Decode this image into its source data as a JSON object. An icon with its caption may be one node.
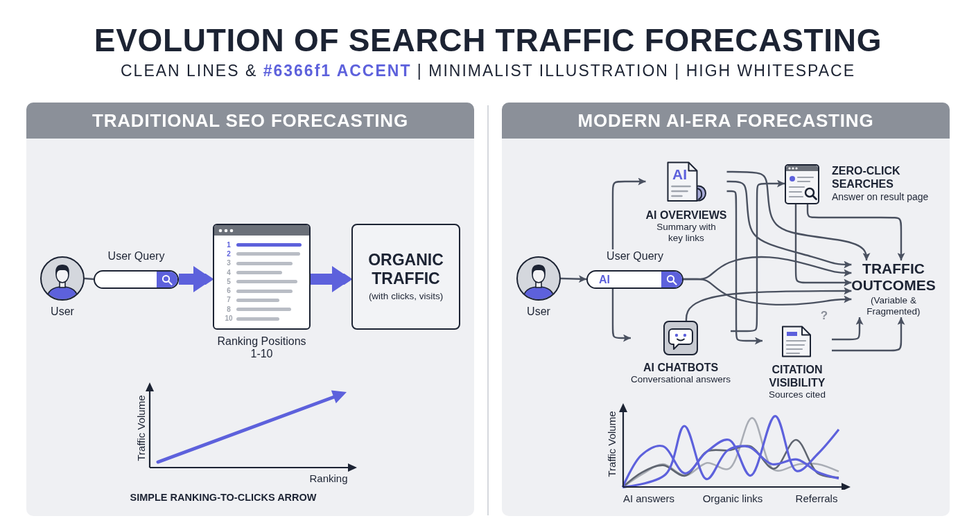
{
  "diagram": {
    "title": "EVOLUTION OF SEARCH TRAFFIC FORECASTING",
    "nodes": [
      {
        "text": [
          "TRADITIONAL SEO FORECASTING"
        ]
      },
      {
        "text": [
          "MODERN AI-ERA FORECASTING"
        ]
      },
      {
        "text": [
          "User"
        ],
        "in": 0
      },
      {
        "text": [
          "User Query"
        ],
        "in": 0
      },
      {
        "text": [
          "1",
          "2",
          "3",
          "4",
          "5",
          "6",
          "7",
          "8",
          "10",
          "Ranking Positions 1-10"
        ],
        "in": 0
      },
      {
        "text": [
          "ORGANIC TRAFFIC",
          "(with clicks, visits)"
        ],
        "in": 0
      },
      {
        "text": [
          "User"
        ],
        "in": 1
      },
      {
        "text": [
          "User Query",
          "AI"
        ],
        "in": 1
      },
      {
        "text": [
          "AI",
          "AI OVERVIEWS",
          "Summary with key links"
        ],
        "in": 1
      },
      {
        "text": [
          "ZERO-CLICK SEARCHES",
          "Answer on result page"
        ],
        "in": 1
      },
      {
        "text": [
          "AI CHATBOTS",
          "Conversational answers"
        ],
        "in": 1
      },
      {
        "text": [
          "CITATION VISIBILITY",
          "Sources cited"
        ],
        "in": 1
      },
      {
        "text": [
          "TRAFFIC OUTCOMES",
          "(Variable & Fragmented)"
        ],
        "in": 1
      }
    ],
    "edges": [
      {
        "from": 2,
        "to": 3,
        "arrow": "none"
      },
      {
        "from": 3,
        "to": 4,
        "arrow": "to",
        "style": "thick",
        "color": "#5d61dc"
      },
      {
        "from": 4,
        "to": 5,
        "arrow": "to",
        "style": "thick",
        "color": "#5d61dc"
      },
      {
        "from": 6,
        "to": 7,
        "arrow": "to"
      },
      {
        "from": 7,
        "to": 8,
        "arrow": "to"
      },
      {
        "from": 7,
        "to": 10,
        "arrow": "to"
      },
      {
        "from": 7,
        "to": 12,
        "arrow": "to"
      },
      {
        "from": 7,
        "to": 12,
        "arrow": "to"
      },
      {
        "from": 8,
        "to": 11,
        "arrow": "to"
      },
      {
        "from": 8,
        "to": 12,
        "arrow": "to"
      },
      {
        "from": 8,
        "to": 12,
        "arrow": "to"
      },
      {
        "from": 10,
        "to": 9,
        "arrow": "to"
      },
      {
        "from": 9,
        "to": 12,
        "arrow": "to"
      },
      {
        "from": 9,
        "to": 12,
        "arrow": "to"
      },
      {
        "from": 10,
        "to": 12,
        "arrow": "to"
      },
      {
        "from": 11,
        "to": 12,
        "arrow": "to"
      },
      {
        "from": 11,
        "to": 12,
        "arrow": "to"
      }
    ],
    "labels": [
      "CLEAN LINES & **#6366f1 ACCENT** | MINIMALIST ILLUSTRATION | HIGH WHITESPACE",
      "Traffic Volume",
      "Ranking",
      "SIMPLE RANKING-TO-CLICKS ARROW",
      "?",
      "Traffic Volume",
      "AI answers",
      "Organic links",
      "Referrals"
    ]
  }
}
